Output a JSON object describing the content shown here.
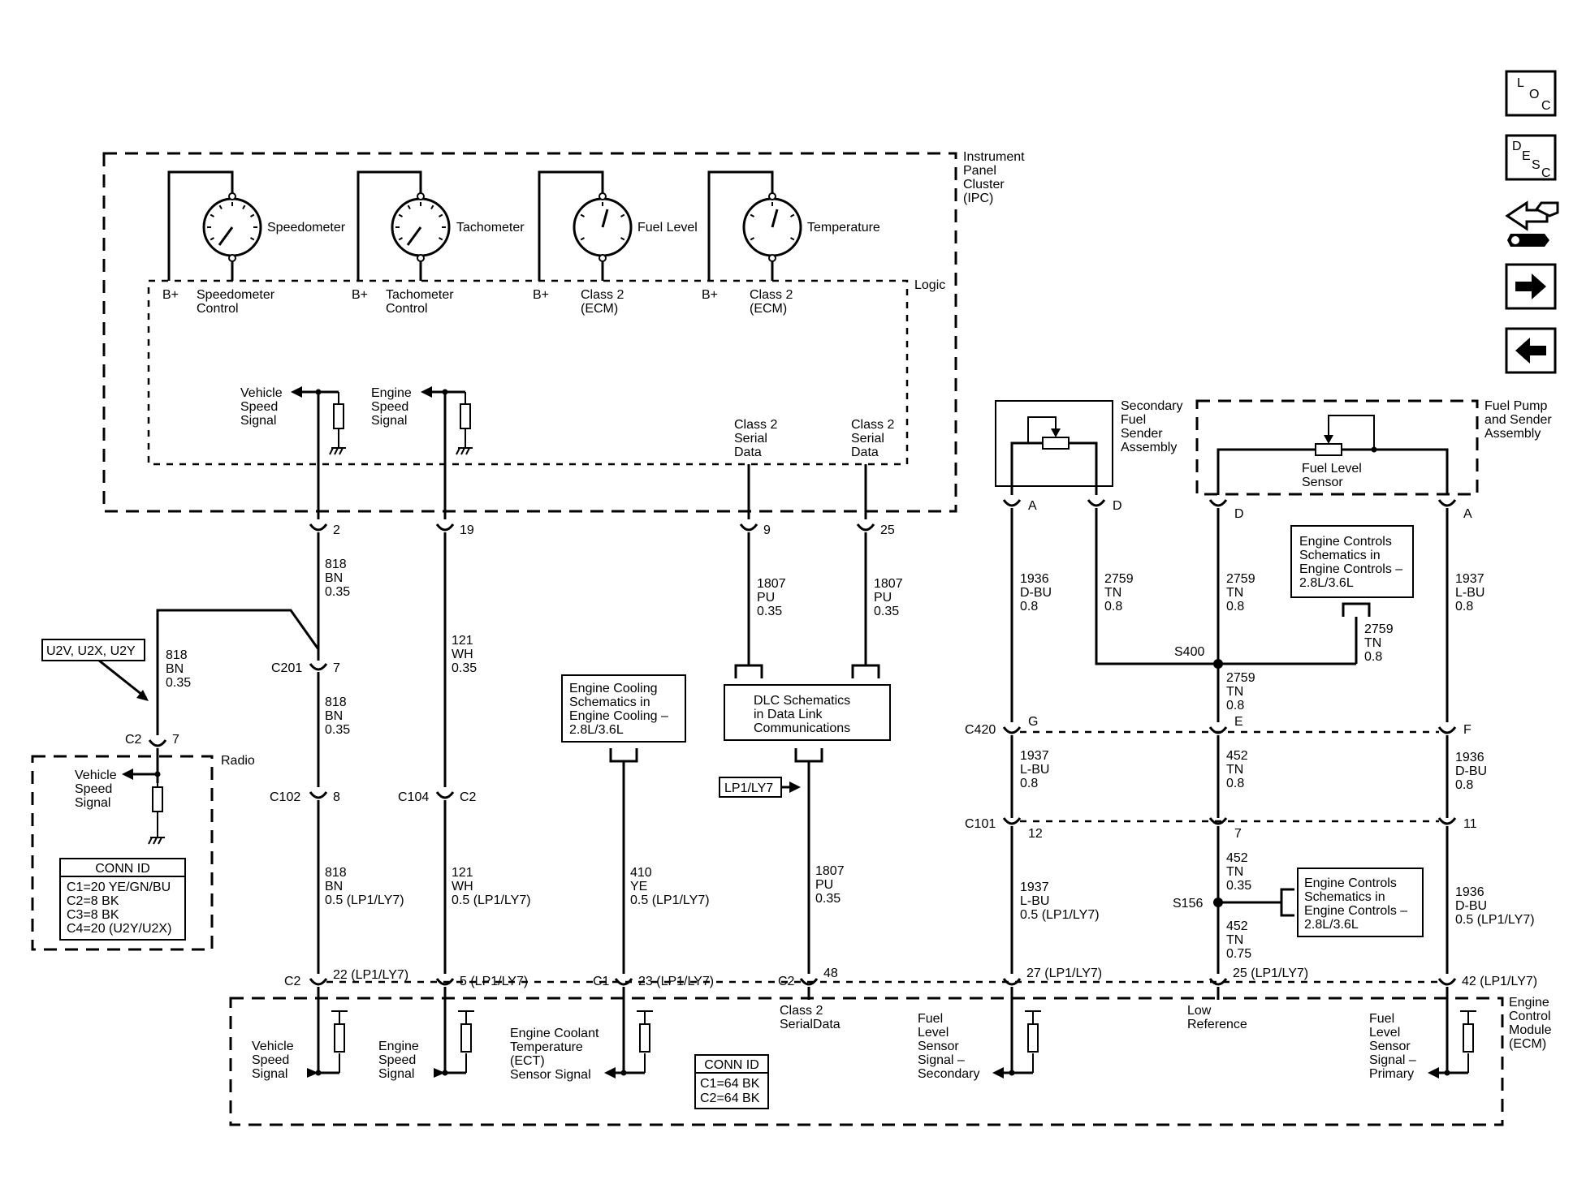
{
  "ipc": {
    "title_lines": [
      "Instrument",
      "Panel",
      "Cluster",
      "(IPC)"
    ],
    "logic_label": "Logic",
    "gauges": [
      {
        "name": "Speedometer",
        "bplus": "B+",
        "control_lines": [
          "Speedometer",
          "Control"
        ]
      },
      {
        "name": "Tachometer",
        "bplus": "B+",
        "control_lines": [
          "Tachometer",
          "Control"
        ]
      },
      {
        "name": "Fuel Level",
        "bplus": "B+",
        "control_lines": [
          "Class 2",
          "(ECM)"
        ]
      },
      {
        "name": "Temperature",
        "bplus": "B+",
        "control_lines": [
          "Class 2",
          "(ECM)"
        ]
      }
    ],
    "vss_lines": [
      "Vehicle",
      "Speed",
      "Signal"
    ],
    "ess_lines": [
      "Engine",
      "Speed",
      "Signal"
    ],
    "class2_a_lines": [
      "Class 2",
      "Serial",
      "Data"
    ],
    "class2_b_lines": [
      "Class 2",
      "Serial",
      "Data"
    ]
  },
  "pins": {
    "ipc_2": "2",
    "ipc_19": "19",
    "ipc_9": "9",
    "ipc_25": "25",
    "c201_name": "C201",
    "c201_pin": "7",
    "c102_name": "C102",
    "c102_pin": "8",
    "c104_name": "C104",
    "c104_pin": "C2",
    "radio_c2_name": "C2",
    "radio_c2_pin": "7",
    "sec_a": "A",
    "sec_d": "D",
    "pump_d": "D",
    "pump_a": "A",
    "c420_name": "C420",
    "c420_g": "G",
    "c420_e": "E",
    "c420_f": "F",
    "c101_name": "C101",
    "c101_12": "12",
    "c101_7": "7",
    "c101_11": "11",
    "s400": "S400",
    "s156": "S156",
    "ecm_c2a": "C2",
    "ecm_22": "22 (LP1/LY7)",
    "ecm_5": "5 (LP1/LY7)",
    "ecm_c1": "C1",
    "ecm_23": "23 (LP1/LY7)",
    "ecm_c2b": "C2",
    "ecm_48": "48",
    "ecm_27": "27 (LP1/LY7)",
    "ecm_25": "25 (LP1/LY7)",
    "ecm_42": "42 (LP1/LY7)"
  },
  "wires": {
    "w818a": [
      "818",
      "BN",
      "0.35"
    ],
    "w818b": [
      "818",
      "BN",
      "0.35"
    ],
    "w818r": [
      "818",
      "BN",
      "0.35"
    ],
    "w818c": [
      "818",
      "BN",
      "0.5 (LP1/LY7)"
    ],
    "w121a": [
      "121",
      "WH",
      "0.35"
    ],
    "w121b": [
      "121",
      "WH",
      "0.5 (LP1/LY7)"
    ],
    "w410": [
      "410",
      "YE",
      "0.5 (LP1/LY7)"
    ],
    "w1807a": [
      "1807",
      "PU",
      "0.35"
    ],
    "w1807b": [
      "1807",
      "PU",
      "0.35"
    ],
    "w1807c": [
      "1807",
      "PU",
      "0.35"
    ],
    "w1936a": [
      "1936",
      "D-BU",
      "0.8"
    ],
    "w2759a": [
      "2759",
      "TN",
      "0.8"
    ],
    "w2759b": [
      "2759",
      "TN",
      "0.8"
    ],
    "w2759c": [
      "2759",
      "TN",
      "0.8"
    ],
    "w2759d": [
      "2759",
      "TN",
      "0.8"
    ],
    "w1937a": [
      "1937",
      "L-BU",
      "0.8"
    ],
    "w1937b": [
      "1937",
      "L-BU",
      "0.8"
    ],
    "w452a": [
      "452",
      "TN",
      "0.8"
    ],
    "w1936b": [
      "1936",
      "D-BU",
      "0.8"
    ],
    "w1937c": [
      "1937",
      "L-BU",
      "0.5 (LP1/LY7)"
    ],
    "w452b": [
      "452",
      "TN",
      "0.35"
    ],
    "w452c": [
      "452",
      "TN",
      "0.75"
    ],
    "w1936c": [
      "1936",
      "D-BU",
      "0.5 (LP1/LY7)"
    ]
  },
  "radio": {
    "label": "Radio",
    "option_tag": "U2V, U2X, U2Y",
    "vss_lines": [
      "Vehicle",
      "Speed",
      "Signal"
    ],
    "conn_title": "CONN ID",
    "conn_rows": [
      "C1=20 YE/GN/BU",
      "C2=8 BK",
      "C3=8 BK",
      "C4=20 (U2Y/U2X)"
    ]
  },
  "refs": {
    "cooling_lines": [
      "Engine Cooling",
      "Schematics in",
      "Engine Cooling –",
      "2.8L/3.6L"
    ],
    "dlc_lines": [
      "DLC Schematics",
      "in Data Link",
      "Communications"
    ],
    "lp1_tag": "LP1/LY7",
    "ec1_lines": [
      "Engine Controls",
      "Schematics in",
      "Engine Controls –",
      "2.8L/3.6L"
    ],
    "ec2_lines": [
      "Engine Controls",
      "Schematics in",
      "Engine Controls –",
      "2.8L/3.6L"
    ]
  },
  "sensors": {
    "secondary_lines": [
      "Secondary",
      "Fuel",
      "Sender",
      "Assembly"
    ],
    "pump_lines": [
      "Fuel Pump",
      "and Sender",
      "Assembly"
    ],
    "fls_lines": [
      "Fuel Level",
      "Sensor"
    ]
  },
  "ecm": {
    "title_lines": [
      "Engine",
      "Control",
      "Module",
      "(ECM)"
    ],
    "vss_lines": [
      "Vehicle",
      "Speed",
      "Signal"
    ],
    "ess_lines": [
      "Engine",
      "Speed",
      "Signal"
    ],
    "ect_lines": [
      "Engine Coolant",
      "Temperature",
      "(ECT)",
      "Sensor Signal"
    ],
    "class2_lines": [
      "Class 2",
      "SerialData"
    ],
    "fls2_lines": [
      "Fuel",
      "Level",
      "Sensor",
      "Signal –",
      "Secondary"
    ],
    "lowref_lines": [
      "Low",
      "Reference"
    ],
    "fls1_lines": [
      "Fuel",
      "Level",
      "Sensor",
      "Signal –",
      "Primary"
    ],
    "conn_title": "CONN ID",
    "conn_rows": [
      "C1=64 BK",
      "C2=64 BK"
    ]
  },
  "nav": {
    "loc": [
      "L",
      "O",
      "C"
    ],
    "desc": [
      "D",
      "E",
      "S",
      "C"
    ],
    "icons": [
      "harness-connector-icon",
      "next-page-icon",
      "previous-page-icon"
    ]
  }
}
